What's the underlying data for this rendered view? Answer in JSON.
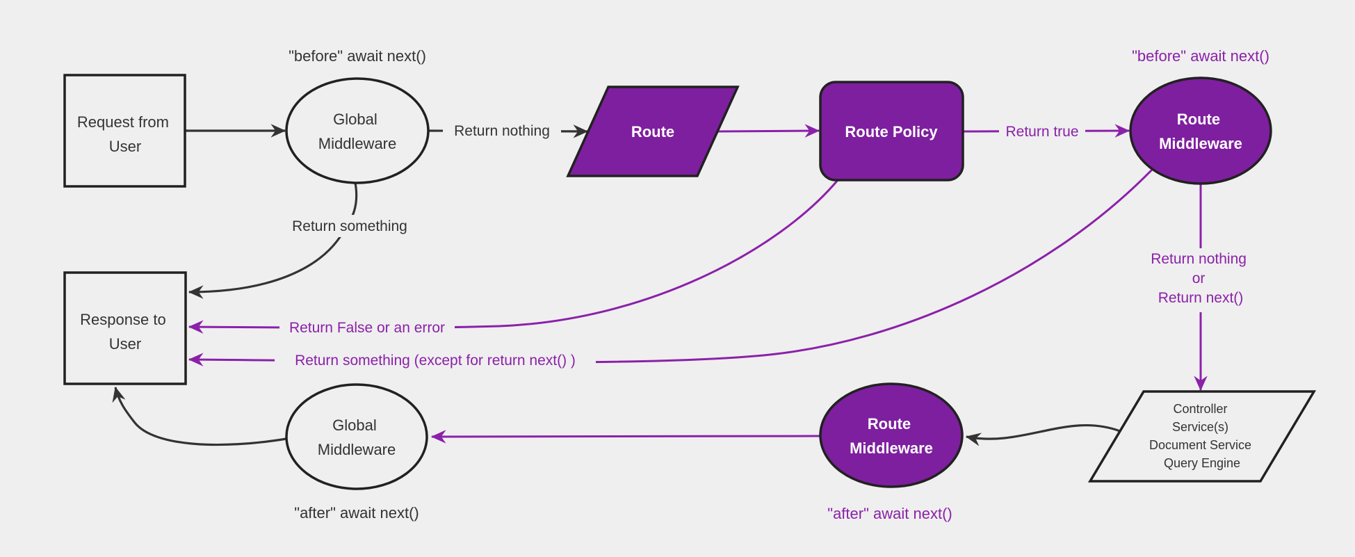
{
  "diagram": {
    "background": "#efefef",
    "colors": {
      "node_fill_light": "#efefef",
      "node_fill_purple": "#7e1f9f",
      "border_dark": "#212121",
      "edge_dark": "#333333",
      "edge_purple": "#8b21a9",
      "text_dark": "#333333",
      "text_white": "#ffffff"
    },
    "nodes": {
      "request_from_user": {
        "shape": "rectangle",
        "lines": [
          "Request from",
          "User"
        ]
      },
      "global_middleware_top": {
        "shape": "ellipse",
        "lines": [
          "Global",
          "Middleware"
        ]
      },
      "route": {
        "shape": "parallelogram",
        "lines": [
          "Route"
        ]
      },
      "route_policy": {
        "shape": "rounded-rectangle",
        "lines": [
          "Route Policy"
        ]
      },
      "route_middleware_top": {
        "shape": "ellipse",
        "lines": [
          "Route",
          "Middleware"
        ]
      },
      "controller_services": {
        "shape": "parallelogram",
        "lines": [
          "Controller",
          "Service(s)",
          "Document Service",
          "Query Engine"
        ]
      },
      "route_middleware_bottom": {
        "shape": "ellipse",
        "lines": [
          "Route",
          "Middleware"
        ]
      },
      "global_middleware_bottom": {
        "shape": "ellipse",
        "lines": [
          "Global",
          "Middleware"
        ]
      },
      "response_to_user": {
        "shape": "rectangle",
        "lines": [
          "Response to",
          "User"
        ]
      }
    },
    "edge_labels": {
      "return_nothing": "Return nothing",
      "return_true": "Return true",
      "return_nothing_or": [
        "Return nothing",
        "or",
        "Return next()"
      ],
      "return_false_or_error": "Return False or an error",
      "return_something_except": "Return something (except for return next() )",
      "return_something": "Return something"
    },
    "annotations": {
      "before_await_next_global": "\"before\" await next()",
      "before_await_next_route": "\"before\" await next()",
      "after_await_next_global": "\"after\" await next()",
      "after_await_next_route": "\"after\" await next()"
    }
  }
}
